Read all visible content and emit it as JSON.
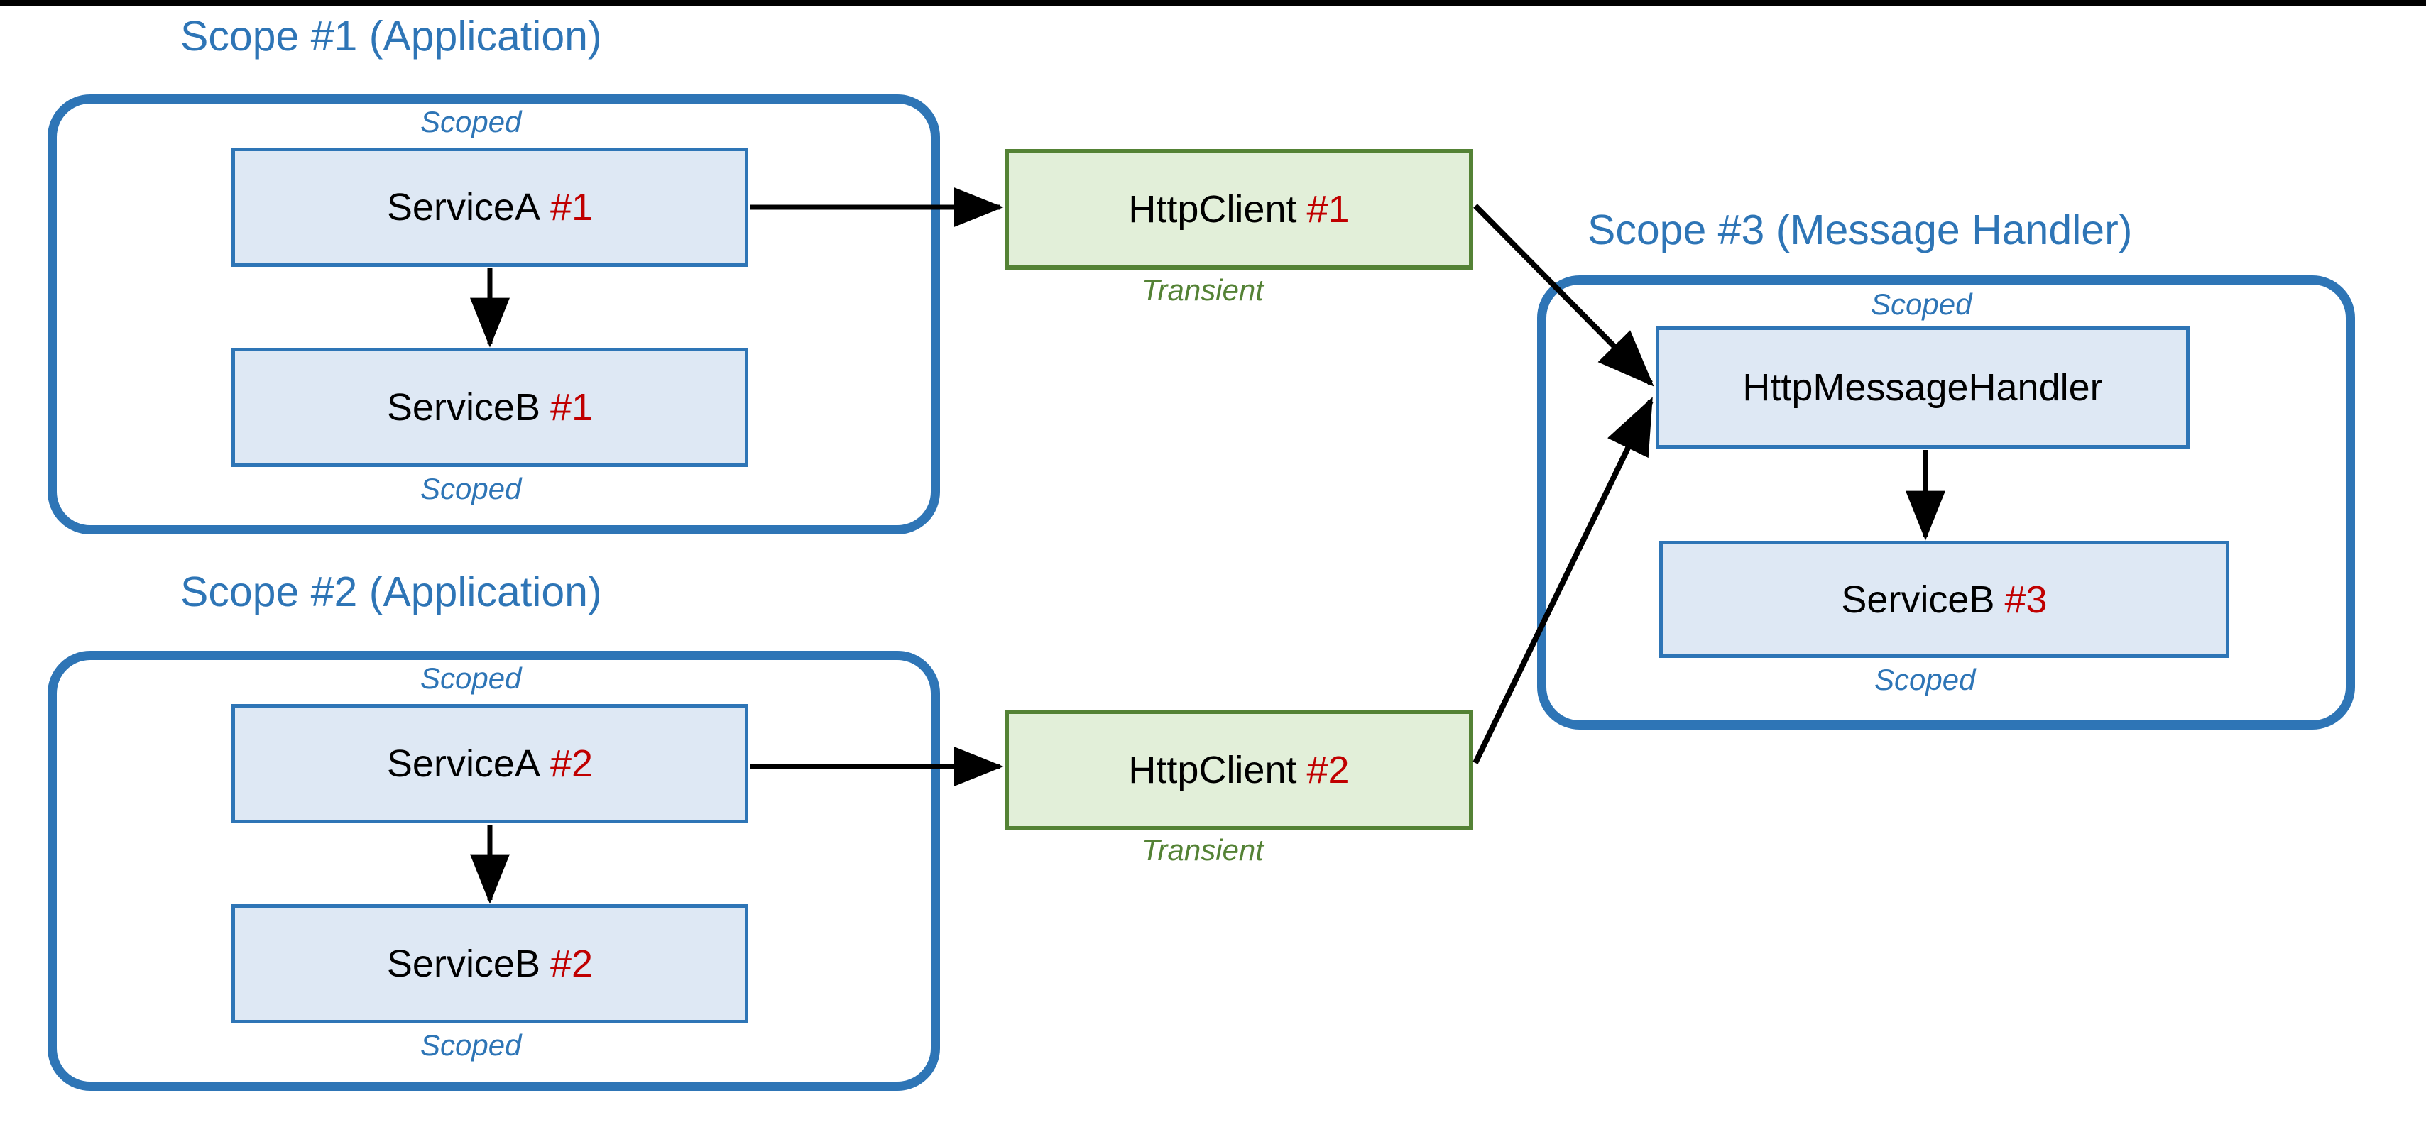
{
  "diagram": {
    "title_color": "#2E75B6",
    "accent_blue": "#2E75B6",
    "accent_green": "#548235",
    "accent_red": "#C00000",
    "node_blue_fill": "#DEE8F4",
    "node_green_fill": "#E2EFD9"
  },
  "scopes": [
    {
      "id": "scope-1",
      "title": "Scope #1 (Application)",
      "top_caption": "Scoped",
      "bottom_caption": "Scoped",
      "nodes": [
        {
          "id": "serviceA1",
          "name": "ServiceA",
          "instance": "#1"
        },
        {
          "id": "serviceB1",
          "name": "ServiceB",
          "instance": "#1"
        }
      ]
    },
    {
      "id": "scope-2",
      "title": "Scope #2 (Application)",
      "top_caption": "Scoped",
      "bottom_caption": "Scoped",
      "nodes": [
        {
          "id": "serviceA2",
          "name": "ServiceA",
          "instance": "#2"
        },
        {
          "id": "serviceB2",
          "name": "ServiceB",
          "instance": "#2"
        }
      ]
    },
    {
      "id": "scope-3",
      "title": "Scope #3 (Message Handler)",
      "top_caption": "Scoped",
      "bottom_caption": "Scoped",
      "nodes": [
        {
          "id": "httpMessageHandler",
          "name": "HttpMessageHandler",
          "instance": ""
        },
        {
          "id": "serviceB3",
          "name": "ServiceB",
          "instance": "#3"
        }
      ]
    }
  ],
  "transient_nodes": [
    {
      "id": "httpClient1",
      "name": "HttpClient",
      "instance": "#1",
      "caption": "Transient"
    },
    {
      "id": "httpClient2",
      "name": "HttpClient",
      "instance": "#2",
      "caption": "Transient"
    }
  ],
  "edges": [
    {
      "from": "serviceA1",
      "to": "serviceB1",
      "style": "straight-down"
    },
    {
      "from": "serviceA1",
      "to": "httpClient1",
      "style": "straight-right"
    },
    {
      "from": "httpClient1",
      "to": "httpMessageHandler",
      "style": "diagonal-down-right"
    },
    {
      "from": "serviceA2",
      "to": "serviceB2",
      "style": "straight-down"
    },
    {
      "from": "serviceA2",
      "to": "httpClient2",
      "style": "straight-right"
    },
    {
      "from": "httpClient2",
      "to": "httpMessageHandler",
      "style": "diagonal-up-right"
    },
    {
      "from": "httpMessageHandler",
      "to": "serviceB3",
      "style": "straight-down"
    }
  ]
}
